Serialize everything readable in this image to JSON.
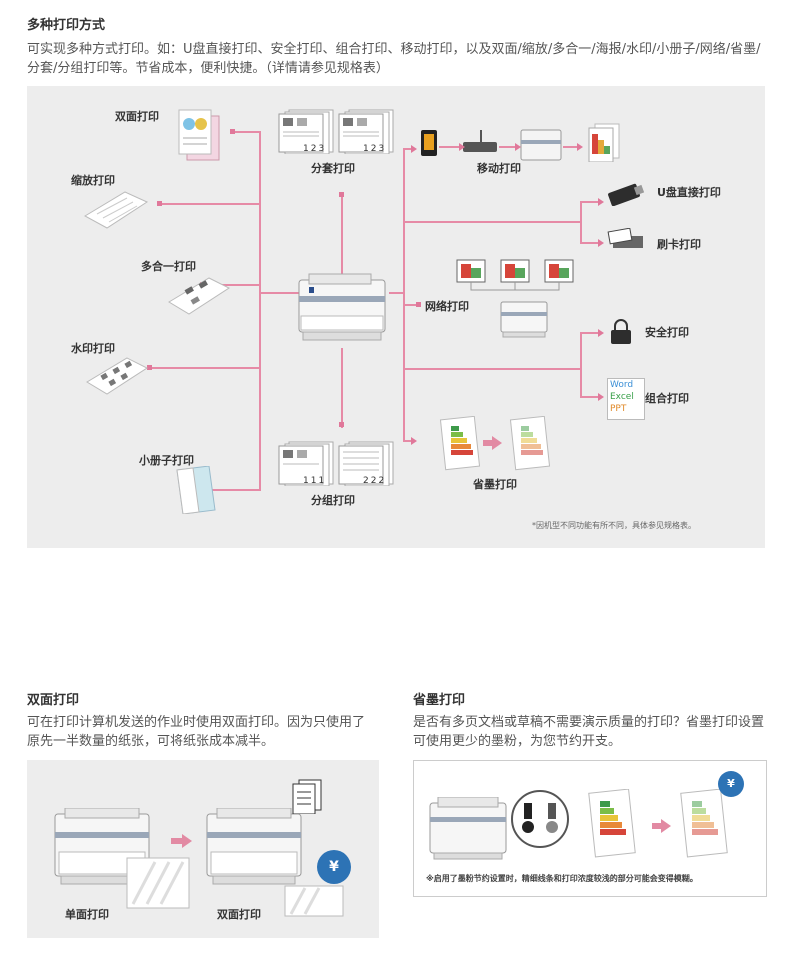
{
  "section_main": {
    "title": "多种打印方式",
    "desc": "可实现多种方式打印。如：U盘直接打印、安全打印、组合打印、移动打印，以及双面/缩放/多合一/海报/水印/小册子/网络/省墨/分套/分组打印等。节省成本，便利快捷。（详情请参见规格表）"
  },
  "diagram": {
    "labels": {
      "duplex": "双面打印",
      "zoom": "缩放打印",
      "multi": "多合一打印",
      "watermark": "水印打印",
      "booklet": "小册子打印",
      "collate": "分套打印",
      "group": "分组打印",
      "mobile": "移动打印",
      "usb": "U盘直接打印",
      "card": "刷卡打印",
      "network": "网络打印",
      "secure": "安全打印",
      "combo": "组合打印",
      "toner": "省墨打印"
    },
    "collate_nums": [
      "1",
      "2",
      "3"
    ],
    "group_nums_a": [
      "1",
      "1",
      "1"
    ],
    "group_nums_b": [
      "2",
      "2",
      "2"
    ],
    "combo_apps": [
      "Word",
      "Excel",
      "PPT"
    ],
    "footnote": "*因机型不同功能有所不同，具体参见规格表。"
  },
  "section_duplex": {
    "title": "双面打印",
    "desc": "可在打印计算机发送的作业时使用双面打印。因为只使用了原先一半数量的纸张，可将纸张成本减半。",
    "label_single": "单面打印",
    "label_double": "双面打印",
    "badge": "¥"
  },
  "section_toner": {
    "title": "省墨打印",
    "desc": "是否有多页文档或草稿不需要演示质量的打印？省墨打印设置可使用更少的墨粉，为您节约开支。",
    "note": "※启用了墨粉节约设置时，精细线条和打印浓度较浅的部分可能会变得模糊。",
    "badge": "¥"
  }
}
